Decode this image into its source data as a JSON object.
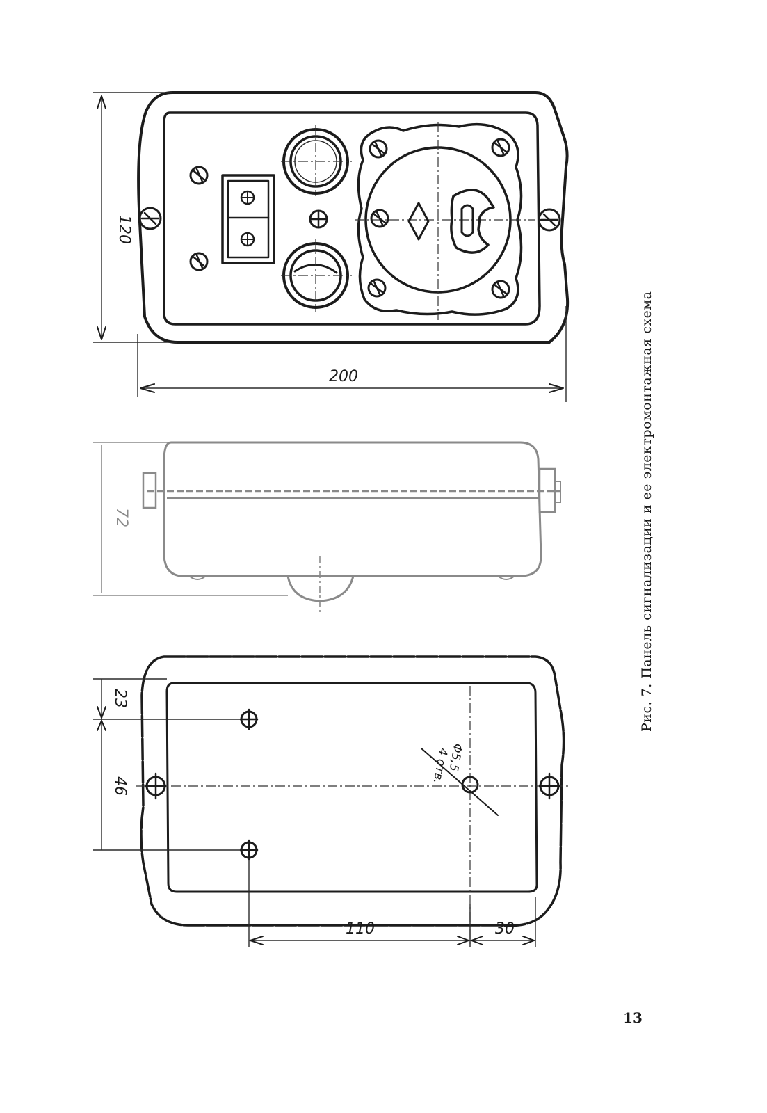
{
  "drawing": {
    "front_view": {
      "dim_width": "200",
      "dim_height": "120"
    },
    "side_view": {
      "dim_depth": "72"
    },
    "back_view": {
      "dim_23": "23",
      "dim_46": "46",
      "dim_110": "110",
      "dim_30": "30",
      "hole_callout_top": "Φ5,5",
      "hole_callout_bottom": "4 отв."
    }
  },
  "caption": "Рис. 7. Панель сигнализации и ее электромонтажная схема",
  "page_number": "13"
}
